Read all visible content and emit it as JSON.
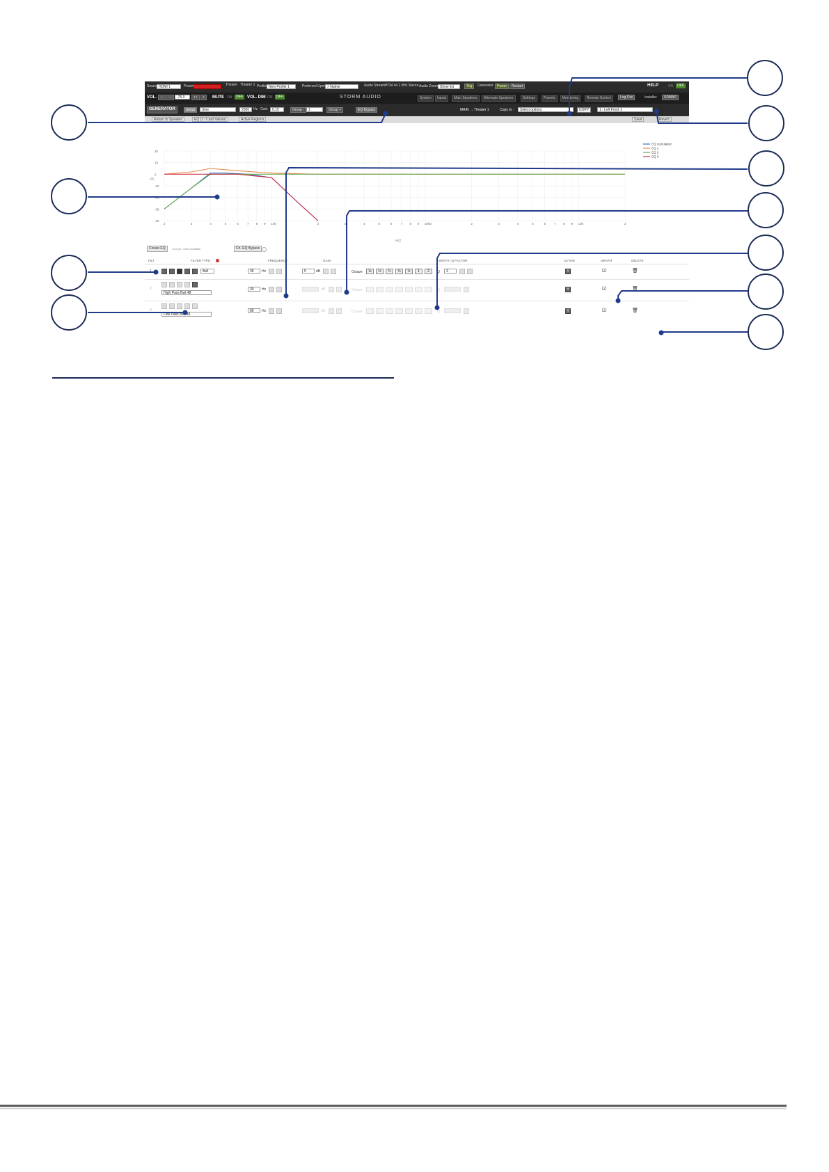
{
  "topbar": {
    "source_label": "Source",
    "source_value": "HDMI 1",
    "preset_label": "Preset",
    "theater_label": "Theater",
    "theater_value": "Theater 1",
    "profile_label": "Profile",
    "profile_value": "New Profile 1",
    "preferred_label": "Preferred Upmix",
    "preferred_value": "> Native",
    "audio_stream_label": "Audio Stream :",
    "audio_stream_value": "PCM 44.1 kHz Stereo",
    "audio_zones_label": "Audio Zones",
    "audio_zones_value": "Show list",
    "trig_label": "Trig",
    "generator_label": "Generator",
    "power_label": "Power",
    "restart_label": "Restart",
    "help_label": "HELP",
    "on_label": "ON",
    "off_label": "OFF"
  },
  "volbar": {
    "vol_label": "VOL.",
    "minus_label": "—",
    "minus2_label": "—",
    "vol_value": "-75.0",
    "plus_label": "++",
    "plus2_label": "+",
    "mute_label": "MUTE",
    "on_label": "ON",
    "off_label": "OFF",
    "voldim_label": "VOL. DIM",
    "on2_label": "ON",
    "off2_label": "OFF",
    "logo_text": "STORM AUDIO",
    "tabs": [
      "System",
      "Inputs",
      "Main Speakers",
      "Alternate Speakers",
      "Settings",
      "Presets",
      "Monitoring",
      "Remote Control"
    ],
    "logout_label": "Log Out",
    "installer_label": "Installer",
    "sdmap_label": "SDMAP"
  },
  "genbar": {
    "generator_label": "GENERATOR",
    "setup_label": "Setup",
    "sine_value": "Sine",
    "hz_value": "2000",
    "hz_label": "Hz",
    "gain_label": "Gain",
    "gain_value": "0.10",
    "group_minus_label": "Group -",
    "group_value": "1",
    "group_plus_label": "Group +",
    "eq_bypass_label": "EQ Bypass",
    "route_label": "MAIN → Theater 1",
    "copy_to_label": "Copy to :",
    "copy_select_value": "Select options",
    "copy_label": "COPY",
    "channel_value": "1 : Left Front 1"
  },
  "subbar": {
    "items": [
      "Return to Speaker",
      "EQ (1 / Card Values)",
      "Active Regions"
    ],
    "save_label": "Save",
    "revert_label": "Revert"
  },
  "chart_data": {
    "type": "line",
    "x_ticks": [
      "2",
      "3",
      "4",
      "5",
      "6",
      "7",
      "8",
      "9",
      "100",
      "2",
      "3",
      "4",
      "5",
      "6",
      "7",
      "8",
      "9",
      "1000",
      "2",
      "3",
      "4",
      "5",
      "6",
      "7",
      "8",
      "9",
      "10k",
      "2"
    ],
    "y_ticks": [
      "20",
      "10",
      "0",
      "-10",
      "-20",
      "-30",
      "-40"
    ],
    "xlabel": "Hz",
    "ylabel": "dB",
    "ylim": [
      -40,
      20
    ],
    "x_scale": "log",
    "xlim": [
      20,
      20000
    ],
    "grid": true,
    "legend_position": "top-right",
    "series": [
      {
        "name": "EQ cumulated",
        "color": "#2a72c4",
        "x": [
          20,
          30,
          40,
          50,
          70,
          100,
          150,
          200
        ],
        "y": [
          -30,
          -12,
          1,
          1,
          0,
          -3,
          -25,
          -40
        ]
      },
      {
        "name": "EQ 1",
        "color": "#e8894a",
        "x": [
          20,
          30,
          40,
          60,
          100,
          200,
          1000,
          20000
        ],
        "y": [
          0,
          2,
          5,
          3,
          1,
          0,
          0,
          0
        ]
      },
      {
        "name": "EQ 2",
        "color": "#6aa84f",
        "x": [
          20,
          30,
          40,
          60,
          100,
          20000
        ],
        "y": [
          -30,
          -12,
          0,
          0,
          0,
          0
        ]
      },
      {
        "name": "EQ 3",
        "color": "#cc3344",
        "x": [
          20,
          60,
          100,
          150,
          200
        ],
        "y": [
          0,
          0,
          -3,
          -25,
          -40
        ]
      }
    ]
  },
  "eqcontrols": {
    "create_eq_label": "Create EQ",
    "available_text": "11 EQs / cells available",
    "ch_eq_bypass_label": "Ch. EQ Bypass"
  },
  "table": {
    "headers": {
      "filt": "FILT",
      "filter_type": "FILTER TYPE",
      "frequency": "FREQUENCY",
      "gain": "GAIN",
      "width": "WIDTH / Q FACTOR",
      "active": "ACTIVE",
      "graph": "GRAPH",
      "delete": "DELETE"
    },
    "rows": [
      {
        "num": "1",
        "type": "Bell",
        "freq": "35",
        "hz": "Hz",
        "gain": "5",
        "db": "dB",
        "octave": "Octave",
        "fractions": [
          "⅙",
          "⅕",
          "¼",
          "⅓",
          "½",
          "1",
          "2"
        ],
        "q_label": "Q",
        "q_value": "3",
        "active": "Y",
        "graph": "☑",
        "delete": "🗑"
      },
      {
        "num": "2",
        "type": "High Pass Bwt 48",
        "freq": "30",
        "hz": "Hz",
        "gain": "",
        "db": "dB",
        "octave": "Octave",
        "q_label": "Q",
        "active": "Y",
        "graph": "☑",
        "delete": "🗑"
      },
      {
        "num": "3",
        "type": "Low Pass Bwt 48",
        "freq": "80",
        "hz": "Hz",
        "gain": "",
        "db": "dB",
        "octave": "Octave",
        "q_label": "Q",
        "active": "Y",
        "graph": "☑",
        "delete": "🗑"
      }
    ]
  },
  "colors": {
    "accent": "#1f3a8a",
    "dark_bar": "#2b2b2b",
    "off_green": "#4a8a2c",
    "preset_red": "#d42020"
  }
}
